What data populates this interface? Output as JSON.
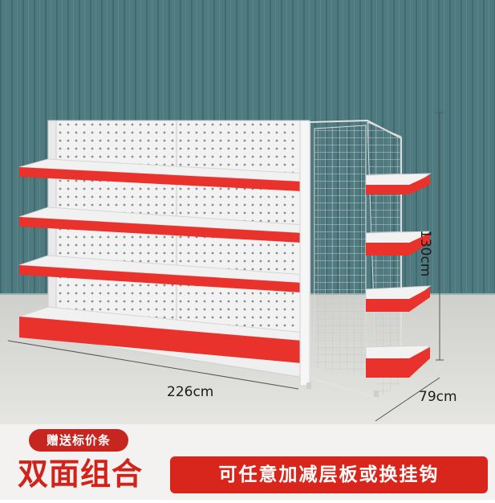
{
  "product": {
    "dimensions": {
      "width": "226cm",
      "depth": "79cm",
      "height": "130cm"
    }
  },
  "banner": {
    "gift_tag": "赠送标价条",
    "main_title": "双面组合",
    "feature_text": "可任意加减层板或换挂钩"
  },
  "colors": {
    "wall": "#4f7b80",
    "floor": "#d9d9d6",
    "shelf_red": "#e8322b",
    "shelf_white": "#f3f3f3",
    "accent_red": "#d9261c"
  }
}
